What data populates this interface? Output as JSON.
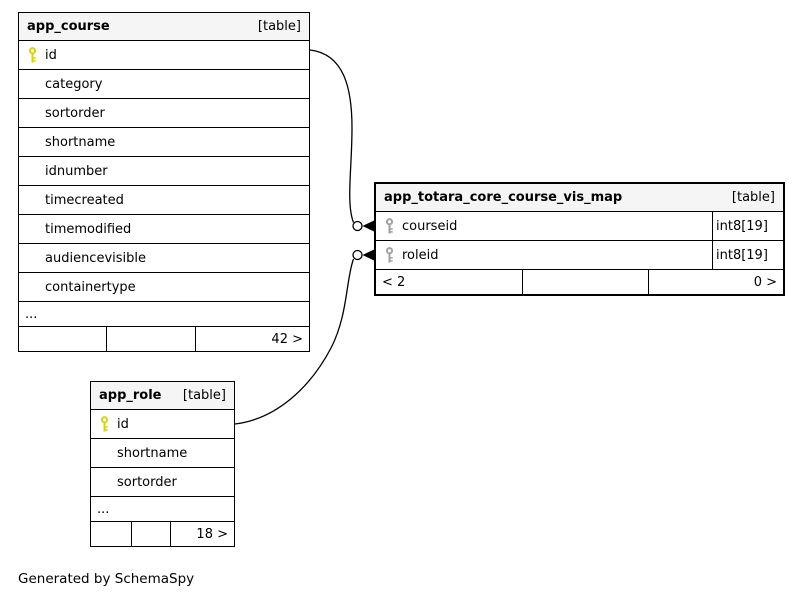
{
  "diagram": {
    "generated_by": "Generated by SchemaSpy",
    "colors": {
      "header_bg": "#f5f5f5",
      "row_bg": "#ffffff",
      "border": "#000000",
      "primary_key_icon": "#d6d600",
      "index_key_icon": "#a0a0a0"
    },
    "tables": {
      "app_course": {
        "title": "app_course",
        "badge": "[table]",
        "columns": [
          "id",
          "category",
          "sortorder",
          "shortname",
          "idnumber",
          "timecreated",
          "timemodified",
          "audiencevisible",
          "containertype"
        ],
        "primary_key_column": "id",
        "ellipsis": "...",
        "footer": {
          "cell1": "",
          "cell2": "",
          "cell3": "42 >"
        }
      },
      "app_totara_core_course_vis_map": {
        "title": "app_totara_core_course_vis_map",
        "badge": "[table]",
        "columns": [
          {
            "name": "courseid",
            "type": "int8[19]"
          },
          {
            "name": "roleid",
            "type": "int8[19]"
          }
        ],
        "footer": {
          "cell1": "< 2",
          "cell2": "",
          "cell3": "0 >"
        }
      },
      "app_role": {
        "title": "app_role",
        "badge": "[table]",
        "columns": [
          "id",
          "shortname",
          "sortorder"
        ],
        "primary_key_column": "id",
        "ellipsis": "...",
        "footer": {
          "cell1": "",
          "cell2": "",
          "cell3": "18 >"
        }
      }
    },
    "relationships": [
      {
        "from": "app_course.id",
        "to": "app_totara_core_course_vis_map.courseid"
      },
      {
        "from": "app_role.id",
        "to": "app_totara_core_course_vis_map.roleid"
      }
    ]
  }
}
